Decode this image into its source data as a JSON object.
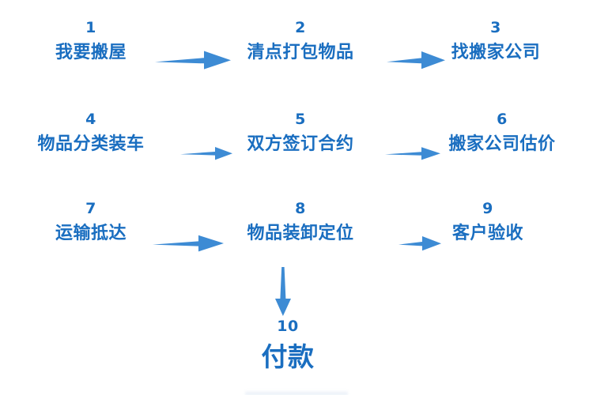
{
  "diagram": {
    "title_text_color": "#1a6ec0",
    "arrow_color": "#3d8bd4",
    "background": "#ffffff",
    "steps": [
      {
        "num": "1",
        "label": "我要搬屋"
      },
      {
        "num": "2",
        "label": "清点打包物品"
      },
      {
        "num": "3",
        "label": "找搬家公司"
      },
      {
        "num": "4",
        "label": "物品分类装车"
      },
      {
        "num": "5",
        "label": "双方签订合约"
      },
      {
        "num": "6",
        "label": "搬家公司估价"
      },
      {
        "num": "7",
        "label": "运输抵达"
      },
      {
        "num": "8",
        "label": "物品装卸定位"
      },
      {
        "num": "9",
        "label": "客户验收"
      },
      {
        "num": "10",
        "label": "付款"
      }
    ],
    "connectors": [
      {
        "name": "arrow-1-to-2",
        "direction": "right"
      },
      {
        "name": "arrow-2-to-3",
        "direction": "right"
      },
      {
        "name": "arrow-4-to-5",
        "direction": "right"
      },
      {
        "name": "arrow-5-to-6",
        "direction": "right"
      },
      {
        "name": "arrow-7-to-8",
        "direction": "right"
      },
      {
        "name": "arrow-8-to-9",
        "direction": "right"
      },
      {
        "name": "arrow-8-to-10",
        "direction": "down"
      }
    ]
  }
}
